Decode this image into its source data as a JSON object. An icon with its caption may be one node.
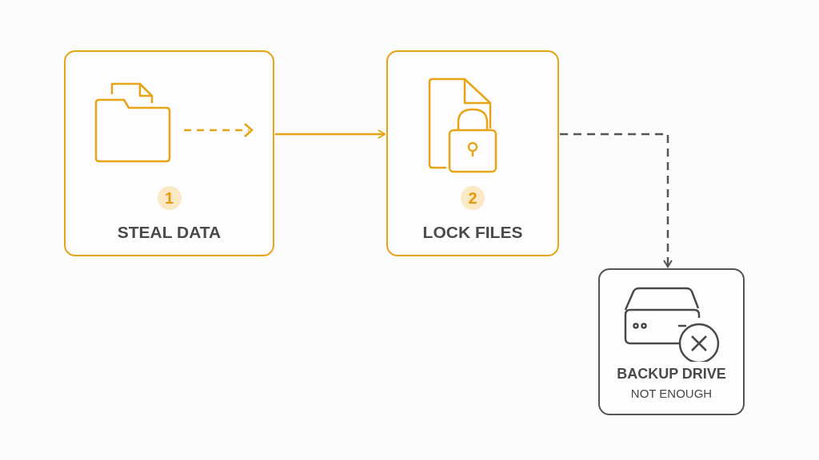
{
  "diagram": {
    "nodes": [
      {
        "text": [
          "1",
          "STEAL DATA"
        ]
      },
      {
        "text": [
          "2",
          "LOCK FILES"
        ]
      },
      {
        "text": [
          "BACKUP DRIVE",
          "NOT ENOUGH"
        ]
      }
    ],
    "edges": [
      {
        "from": 0,
        "to": 1,
        "arrow": "to"
      },
      {
        "from": 1,
        "to": 2,
        "arrow": "to",
        "style": "dashed",
        "color": "#555555"
      }
    ]
  }
}
